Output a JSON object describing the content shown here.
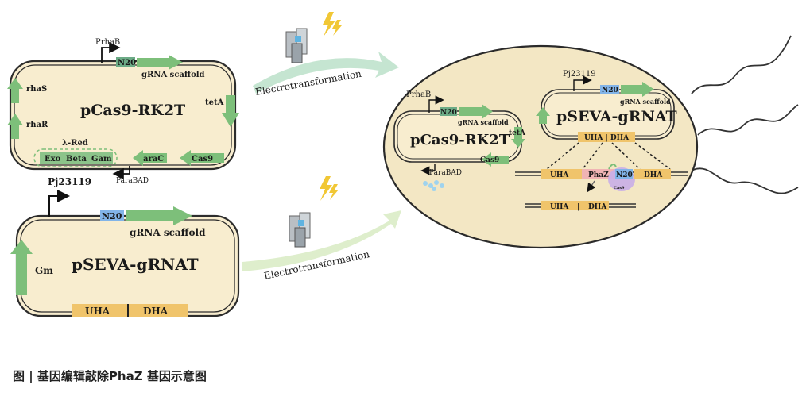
{
  "colors": {
    "cream": "#f8edcf",
    "cell": "#f3e7c4",
    "green_arrow": "#7dbf7a",
    "n20_box": "#6cab86",
    "n20_blue": "#82b4e8",
    "uha": "#f0c46b",
    "phaz": "#f0b4b4",
    "cas9_purple": "#c9aee8",
    "electro_arrow": "#bfe2cc",
    "lightning": "#f1c735"
  },
  "icons": {
    "cuvette": "cuvette-icon",
    "lightning": "lightning-icon",
    "flagella": "flagellum-icon"
  },
  "plasmid1": {
    "name": "pCas9-RK2T",
    "promoter_top": "PrhaB",
    "n20": "N20",
    "grna": "gRNA scaffold",
    "rhaS": "rhaS",
    "rhaR": "rhaR",
    "tetA": "tetA",
    "lambda_red": "λ-Red",
    "exo": "Exo",
    "beta": "Beta",
    "gam": "Gam",
    "araC": "araC",
    "cas9": "Cas9",
    "parabad": "ParaBAD"
  },
  "plasmid2": {
    "promoter": "Pj23119",
    "n20": "N20",
    "grna": "gRNA scaffold",
    "name": "pSEVA-gRNAT",
    "gm": "Gm",
    "uha": "UHA",
    "dha": "DHA"
  },
  "electro": {
    "label_top": "Electrotransformation",
    "label_bottom": "Electrotransformation"
  },
  "cell": {
    "p1_promoter": "PrhaB",
    "p1_n20": "N20",
    "p1_grna": "gRNA scaffold",
    "p1_name": "pCas9-RK2T",
    "p1_teta": "tetA",
    "p1_cas9": "Cas9",
    "p1_parabad": "ParaBAD",
    "p2_promoter": "Pj23119",
    "p2_n20": "N20",
    "p2_grna": "gRNA scaffold",
    "p2_name": "pSEVA-gRNAT",
    "p2_arms": "UHA | DHA",
    "chrom_uha": "UHA",
    "chrom_phaz": "PhaZ",
    "chrom_n20": "N20",
    "chrom_dha": "DHA",
    "cas9_small": "Cas9",
    "result_uha": "UHA",
    "result_sep": "|",
    "result_dha": "DHA"
  },
  "caption": "图 | 基因编辑敲除PhaZ 基因示意图"
}
